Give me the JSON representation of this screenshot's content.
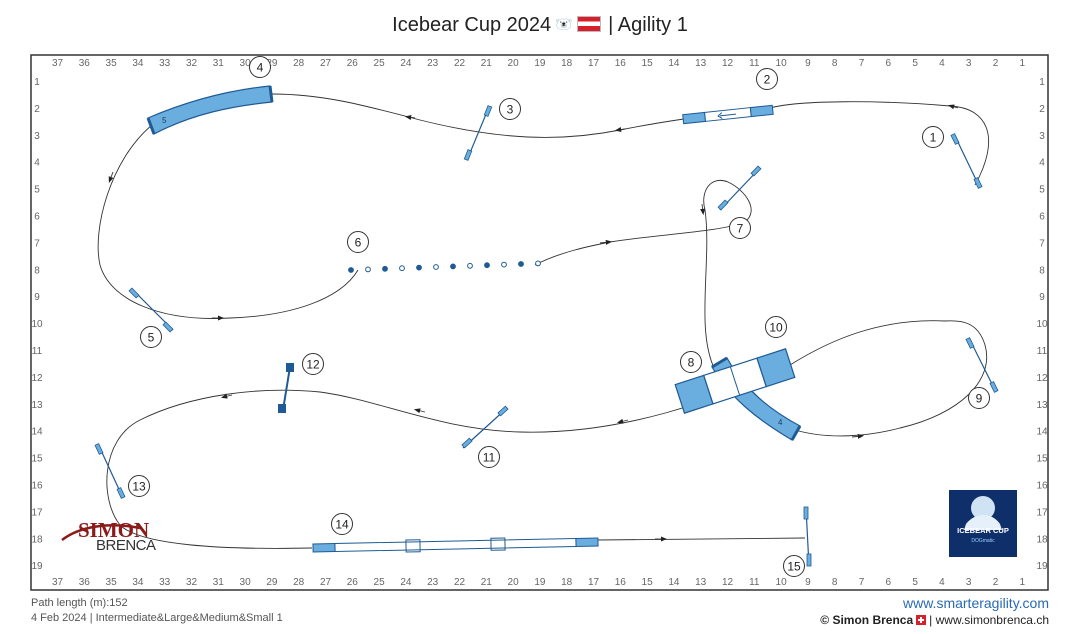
{
  "header": {
    "title_left": "Icebear Cup 2024",
    "title_right": "| Agility 1"
  },
  "grid": {
    "columns": [
      "37",
      "36",
      "35",
      "34",
      "33",
      "32",
      "31",
      "30",
      "29",
      "28",
      "27",
      "26",
      "25",
      "24",
      "23",
      "22",
      "21",
      "20",
      "19",
      "18",
      "17",
      "16",
      "15",
      "14",
      "13",
      "12",
      "11",
      "10",
      "9",
      "8",
      "7",
      "6",
      "5",
      "4",
      "3",
      "2",
      "1"
    ],
    "rows": [
      "1",
      "2",
      "3",
      "4",
      "5",
      "6",
      "7",
      "8",
      "9",
      "10",
      "11",
      "12",
      "13",
      "14",
      "15",
      "16",
      "17",
      "18",
      "19"
    ]
  },
  "obstacles": [
    {
      "number": "1",
      "type": "hurdle"
    },
    {
      "number": "2",
      "type": "long-jump"
    },
    {
      "number": "3",
      "type": "hurdle"
    },
    {
      "number": "4",
      "type": "tunnel",
      "inner_label": "5"
    },
    {
      "number": "5",
      "type": "hurdle"
    },
    {
      "number": "6",
      "type": "weave-poles"
    },
    {
      "number": "7",
      "type": "hurdle"
    },
    {
      "number": "8",
      "type": "tunnel",
      "inner_label": "4"
    },
    {
      "number": "9",
      "type": "hurdle"
    },
    {
      "number": "10",
      "type": "a-frame"
    },
    {
      "number": "11",
      "type": "hurdle"
    },
    {
      "number": "12",
      "type": "tyre"
    },
    {
      "number": "13",
      "type": "hurdle"
    },
    {
      "number": "14",
      "type": "dog-walk"
    },
    {
      "number": "15",
      "type": "hurdle"
    }
  ],
  "colors": {
    "obstacle_fill": "#6aaee0",
    "obstacle_stroke": "#1f5a94",
    "path": "#222222",
    "grid_border": "#333333",
    "brand_red": "#8b1a1a"
  },
  "footer": {
    "path_length": "Path length (m):152",
    "date_line": "4 Feb 2024 | Intermediate&Large&Medium&Small 1",
    "website": "www.smarteragility.com",
    "copyright": "© Simon Brenca",
    "copyright_site": "| www.simonbrenca.ch"
  },
  "logos": {
    "judge_logo_top": "SIMON",
    "judge_logo_bottom": "BRENCA",
    "event_logo_line1": "ICEBEAR CUP",
    "event_logo_line2": "DOGmatic"
  }
}
